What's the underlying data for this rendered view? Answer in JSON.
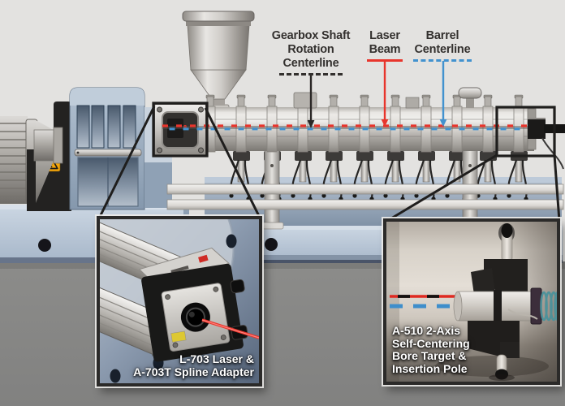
{
  "callouts": {
    "gearbox_shaft": {
      "line1": "Gearbox Shaft",
      "line2": "Rotation",
      "line3": "Centerline"
    },
    "laser_beam": {
      "line1": "Laser",
      "line2": "Beam"
    },
    "barrel_centerline": {
      "line1": "Barrel",
      "line2": "Centerline"
    }
  },
  "insets": {
    "laser": {
      "line1": "L-703 Laser &",
      "line2": "A-703T Spline Adapter"
    },
    "target": {
      "line1": "A-510 2-Axis",
      "line2": "Self-Centering",
      "line3": "Bore Target &",
      "line4": "Insertion Pole"
    }
  },
  "colors": {
    "laser_red": "#e8352c",
    "centerline_blue": "#4292cf",
    "callout_text": "#33302e"
  },
  "icons": {
    "warning_label": "warning-triangle"
  }
}
